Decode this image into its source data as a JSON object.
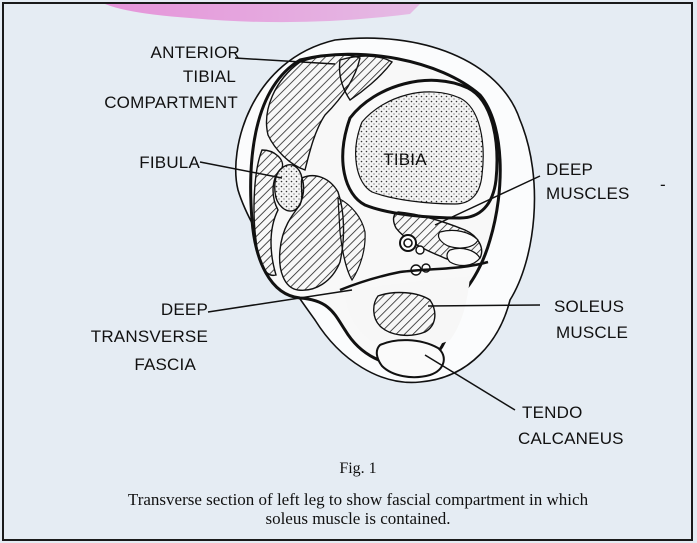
{
  "labels": {
    "anterior_1": "ANTERIOR",
    "anterior_2": "TIBIAL",
    "anterior_3": "COMPARTMENT",
    "fibula": "FIBULA",
    "tibia": "TIBIA",
    "deep_muscles_1": "DEEP",
    "deep_muscles_2": "MUSCLES",
    "deep_fascia_1": "DEEP",
    "deep_fascia_2": "TRANSVERSE",
    "deep_fascia_3": "FASCIA",
    "soleus_1": "SOLEUS",
    "soleus_2": "MUSCLE",
    "tendo_1": "TENDO",
    "tendo_2": "CALCANEUS"
  },
  "caption": {
    "fig": "Fig. 1",
    "line1": "Transverse section of left leg to show fascial compartment in which",
    "line2": "soleus muscle is contained."
  },
  "colors": {
    "paper": "#e5ecf3",
    "ink": "#111111",
    "pink_stain": "#e58ad6"
  }
}
